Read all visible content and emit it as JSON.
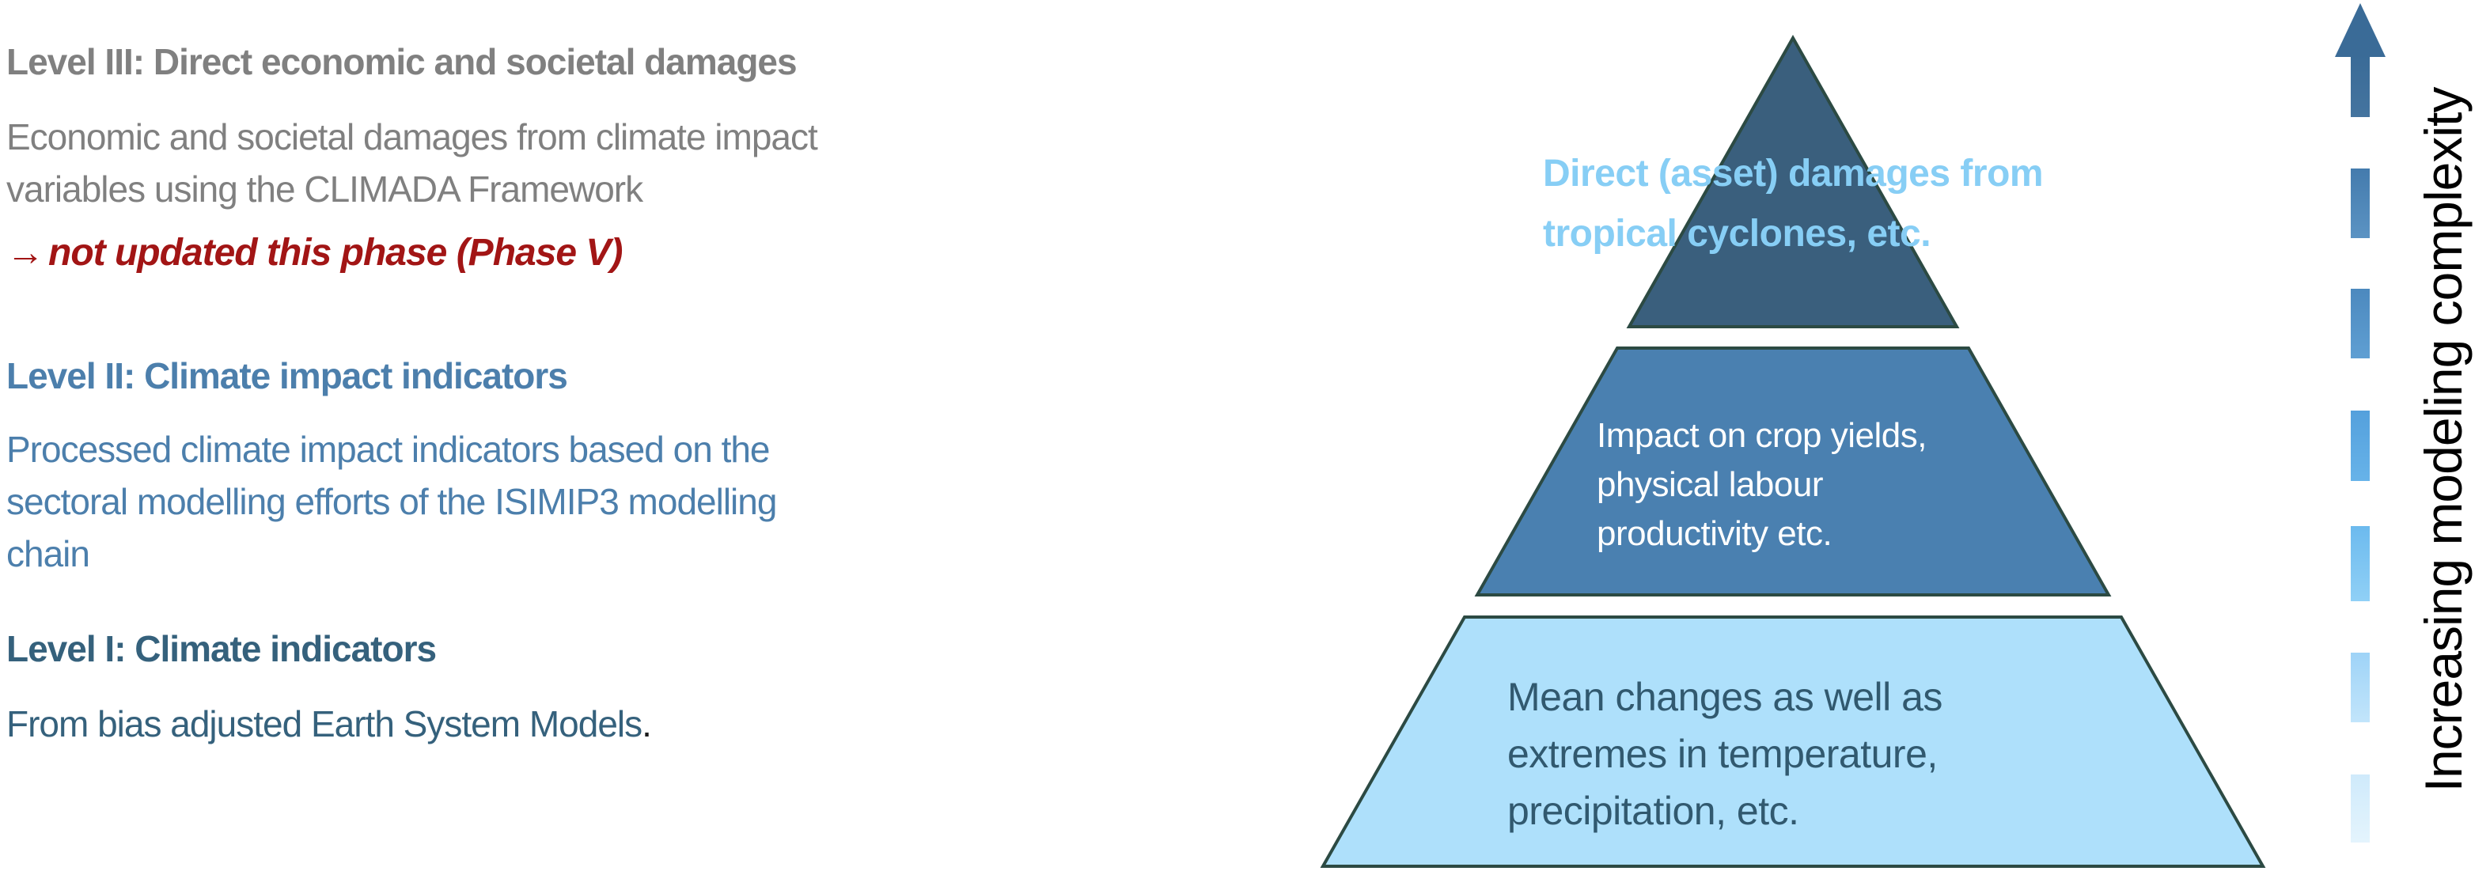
{
  "colors": {
    "level3_text": "#808080",
    "note_red": "#A21515",
    "level2_text": "#4C7FAC",
    "level1_text": "#35617C",
    "tier_top_fill": "#3A5F7D",
    "tier_middle_fill": "#4A80B0",
    "tier_bottom_fill": "#AEE0FB",
    "tier_outline": "#2C4A43",
    "tier_top_label": "#87CEF5",
    "tier_middle_label": "#FFFFFF",
    "tier_bottom_label": "#31596F",
    "arrow_head": "#3A6B97",
    "axis_label_color": "#000000"
  },
  "left_panel": {
    "sections": [
      {
        "heading": "Level III: Direct economic and societal damages",
        "body_lines": [
          "Economic and societal damages from climate impact",
          "variables using the CLIMADA Framework"
        ],
        "note_arrow": "→",
        "note": "not updated this phase (Phase V)"
      },
      {
        "heading": "Level II: Climate impact indicators",
        "body_lines": [
          "Processed climate impact indicators based on the",
          "sectoral modelling efforts of the ISIMIP3 modelling",
          "chain"
        ]
      },
      {
        "heading": "Level I: Climate indicators",
        "body_lines": [
          "From bias adjusted Earth System Models"
        ],
        "body_period": "."
      }
    ]
  },
  "pyramid": {
    "tiers": [
      {
        "level": "III",
        "label_lines": [
          "Direct (asset) damages from",
          "tropical cyclones, etc."
        ]
      },
      {
        "level": "II",
        "label_lines": [
          "Impact on crop yields,",
          "physical labour",
          "productivity etc."
        ]
      },
      {
        "level": "I",
        "label_lines": [
          "Mean changes as well as",
          "extremes in temperature,",
          "precipitation, etc."
        ]
      }
    ]
  },
  "complexity_axis": {
    "label": "Increasing modeling complexity",
    "direction": "up"
  }
}
